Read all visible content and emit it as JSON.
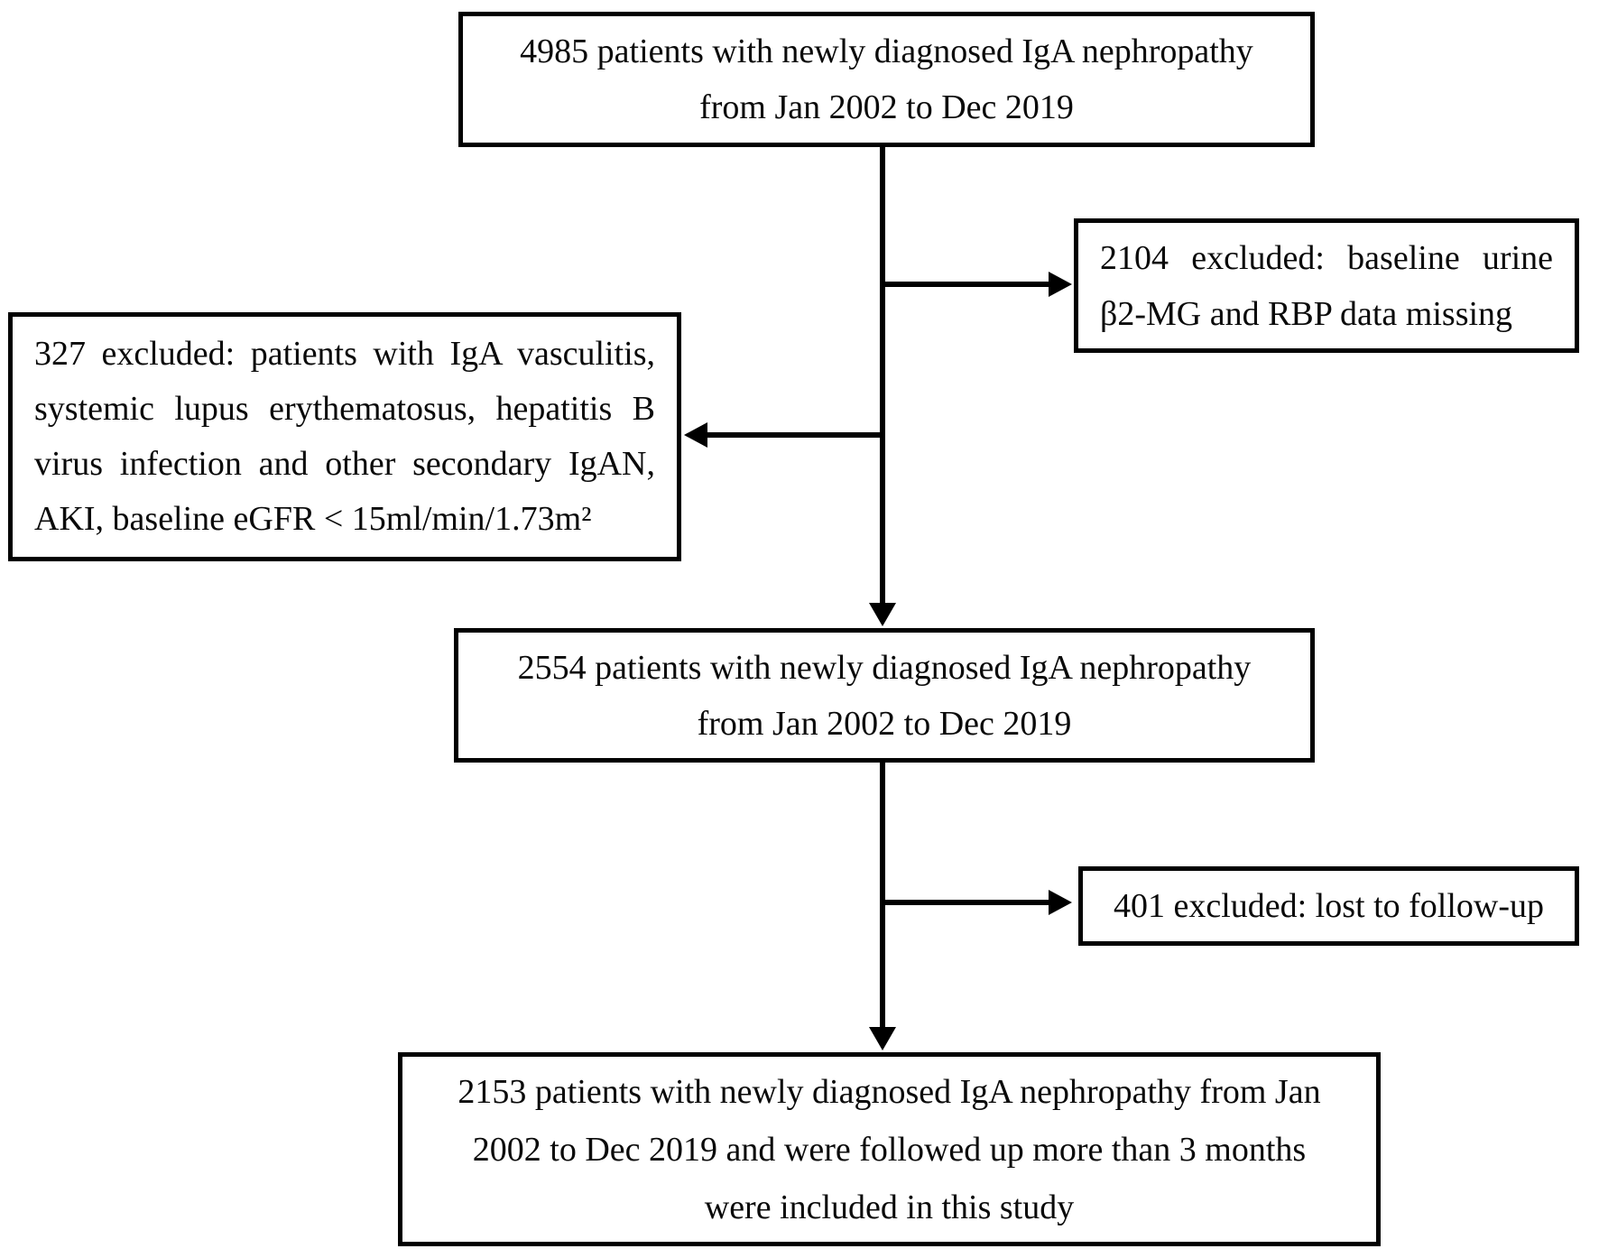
{
  "figure": {
    "type": "patient-flow-diagram",
    "colors": {
      "background": "#ffffff",
      "box_border": "#000000",
      "text": "#0a0a0a",
      "connector": "#000000"
    },
    "boxes": {
      "initial": {
        "lines": [
          "4985 patients with newly diagnosed IgA nephropathy",
          "from Jan 2002 to Dec 2019"
        ]
      },
      "excluded_missing_data": {
        "lines": [
          "2104 excluded: baseline urine",
          "β2-MG and RBP data missing"
        ]
      },
      "excluded_secondary": {
        "lines": [
          "327 excluded: patients with IgA vasculitis,",
          "systemic lupus erythematosus, hepatitis B",
          "virus infection and other secondary IgAN,",
          "AKI, baseline eGFR < 15ml/min/1.73m²"
        ]
      },
      "post_exclusion": {
        "lines": [
          "2554 patients with newly diagnosed IgA nephropathy",
          "from Jan 2002 to Dec 2019"
        ]
      },
      "excluded_lost_followup": {
        "lines": [
          "401 excluded: lost to follow-up"
        ]
      },
      "final": {
        "lines": [
          "2153 patients with newly diagnosed IgA nephropathy from Jan",
          "2002 to Dec 2019 and were followed up more than 3 months",
          "were included in this study"
        ]
      }
    }
  }
}
